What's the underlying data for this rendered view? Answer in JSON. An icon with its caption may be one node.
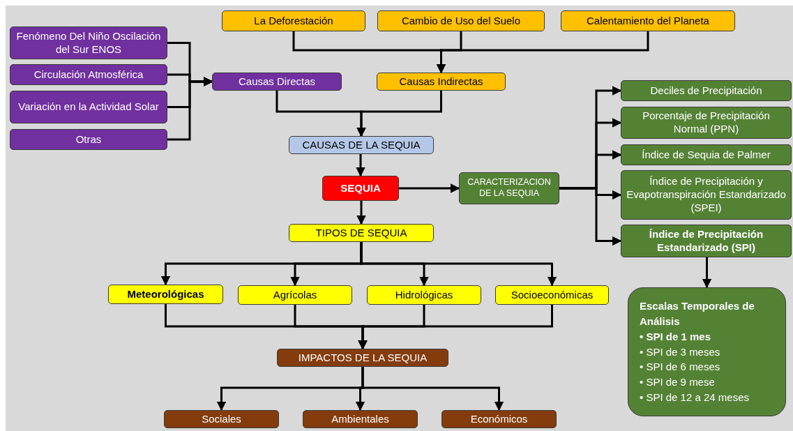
{
  "diagram": {
    "nodes": [
      {
        "text": [
          "Fenómeno Del Niño Oscilación del Sur ENOS"
        ]
      },
      {
        "text": [
          "Circulación Atmosférica"
        ]
      },
      {
        "text": [
          "Variación en la Actividad Solar"
        ]
      },
      {
        "text": [
          "Otras"
        ]
      },
      {
        "text": [
          "Causas Directas"
        ]
      },
      {
        "text": [
          "La Deforestación"
        ]
      },
      {
        "text": [
          "Cambio de Uso del Suelo"
        ]
      },
      {
        "text": [
          "Calentamiento del Planeta"
        ]
      },
      {
        "text": [
          "Causas Indirectas"
        ]
      },
      {
        "text": [
          "CAUSAS DE LA SEQUIA"
        ]
      },
      {
        "text": [
          "SEQUIA"
        ]
      },
      {
        "text": [
          "CARACTERIZACION DE LA SEQUIA"
        ]
      },
      {
        "text": [
          "TIPOS DE SEQUIA"
        ]
      },
      {
        "text": [
          "Meteorológicas"
        ]
      },
      {
        "text": [
          "Agrícolas"
        ]
      },
      {
        "text": [
          "Hidrológicas"
        ]
      },
      {
        "text": [
          "Socioeconómicas"
        ]
      },
      {
        "text": [
          "IMPACTOS DE LA SEQUIA"
        ]
      },
      {
        "text": [
          "Sociales"
        ]
      },
      {
        "text": [
          "Ambientales"
        ]
      },
      {
        "text": [
          "Económicos"
        ]
      },
      {
        "text": [
          "Deciles de Precipitación"
        ]
      },
      {
        "text": [
          "Porcentaje de Precipitación Normal (PPN)"
        ]
      },
      {
        "text": [
          "Índice de Sequia de Palmer"
        ]
      },
      {
        "text": [
          "Índice de Precipitación y Evapotranspiración Estandarizado (SPEI)"
        ]
      },
      {
        "text": [
          "Índice de Precipitación Estandarizado (SPI)"
        ]
      },
      {
        "text": [
          "Escalas Temporales de Análisis",
          "• SPI de 1 mes",
          "• SPI de 3 meses",
          "• SPI de 6 meses",
          "• SPI de 9 mese",
          "• SPI de 12 a 24 meses"
        ]
      }
    ],
    "edges": [
      {
        "from": 0,
        "to": 4,
        "arrow": "to"
      },
      {
        "from": 1,
        "to": 4,
        "arrow": "to"
      },
      {
        "from": 2,
        "to": 4,
        "arrow": "to"
      },
      {
        "from": 3,
        "to": 4,
        "arrow": "to"
      },
      {
        "from": 5,
        "to": 8,
        "arrow": "to"
      },
      {
        "from": 6,
        "to": 8,
        "arrow": "to"
      },
      {
        "from": 7,
        "to": 8,
        "arrow": "to"
      },
      {
        "from": 4,
        "to": 9,
        "arrow": "to"
      },
      {
        "from": 8,
        "to": 9,
        "arrow": "to"
      },
      {
        "from": 9,
        "to": 10,
        "arrow": "to"
      },
      {
        "from": 10,
        "to": 11,
        "arrow": "to"
      },
      {
        "from": 11,
        "to": 21,
        "arrow": "to"
      },
      {
        "from": 11,
        "to": 22,
        "arrow": "to"
      },
      {
        "from": 11,
        "to": 23,
        "arrow": "to"
      },
      {
        "from": 11,
        "to": 24,
        "arrow": "to"
      },
      {
        "from": 11,
        "to": 25,
        "arrow": "to"
      },
      {
        "from": 25,
        "to": 26,
        "arrow": "to"
      },
      {
        "from": 10,
        "to": 12,
        "arrow": "to"
      },
      {
        "from": 12,
        "to": 13,
        "arrow": "to"
      },
      {
        "from": 12,
        "to": 14,
        "arrow": "to"
      },
      {
        "from": 12,
        "to": 15,
        "arrow": "to"
      },
      {
        "from": 12,
        "to": 16,
        "arrow": "to"
      },
      {
        "from": 13,
        "to": 17,
        "arrow": "to"
      },
      {
        "from": 14,
        "to": 17,
        "arrow": "to"
      },
      {
        "from": 15,
        "to": 17,
        "arrow": "to"
      },
      {
        "from": 16,
        "to": 17,
        "arrow": "to"
      },
      {
        "from": 17,
        "to": 18,
        "arrow": "to"
      },
      {
        "from": 17,
        "to": 19,
        "arrow": "to"
      },
      {
        "from": 17,
        "to": 20,
        "arrow": "to"
      }
    ]
  }
}
